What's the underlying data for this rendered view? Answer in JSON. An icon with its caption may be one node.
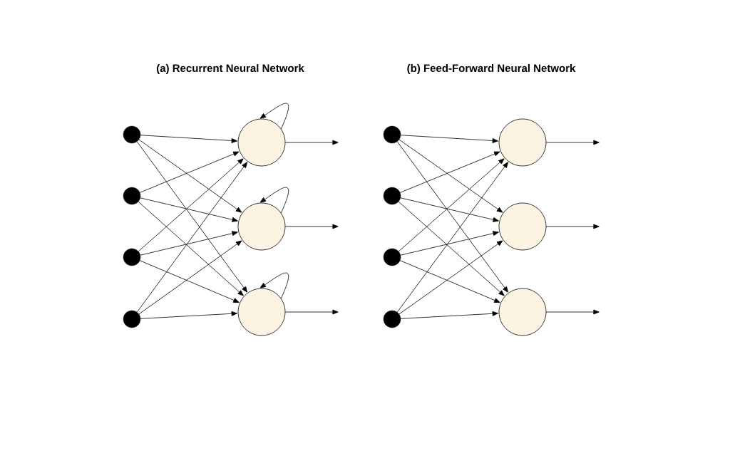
{
  "diagram": {
    "nodes": [
      {
        "text": [],
        "shape": "circle"
      },
      {
        "text": [],
        "shape": "circle"
      },
      {
        "text": [],
        "shape": "circle"
      },
      {
        "text": [],
        "shape": "circle"
      },
      {
        "text": [],
        "shape": "circle"
      },
      {
        "text": [],
        "shape": "circle"
      },
      {
        "text": [],
        "shape": "circle"
      },
      {
        "text": [],
        "shape": "circle"
      },
      {
        "text": [],
        "shape": "circle"
      },
      {
        "text": [],
        "shape": "circle"
      },
      {
        "text": [],
        "shape": "circle"
      },
      {
        "text": [],
        "shape": "circle"
      },
      {
        "text": [],
        "shape": "circle"
      },
      {
        "text": [],
        "shape": "circle"
      }
    ],
    "edges": [
      {
        "from": 0,
        "to": 4,
        "arrow": "to"
      },
      {
        "from": 0,
        "to": 5,
        "arrow": "to"
      },
      {
        "from": 0,
        "to": 6,
        "arrow": "to"
      },
      {
        "from": 1,
        "to": 4,
        "arrow": "to"
      },
      {
        "from": 1,
        "to": 5,
        "arrow": "to"
      },
      {
        "from": 1,
        "to": 6,
        "arrow": "to"
      },
      {
        "from": 2,
        "to": 4,
        "arrow": "to"
      },
      {
        "from": 2,
        "to": 5,
        "arrow": "to"
      },
      {
        "from": 2,
        "to": 6,
        "arrow": "to"
      },
      {
        "from": 3,
        "to": 4,
        "arrow": "to"
      },
      {
        "from": 3,
        "to": 5,
        "arrow": "to"
      },
      {
        "from": 3,
        "to": 6,
        "arrow": "to"
      },
      {
        "from": 4,
        "to": 4,
        "arrow": "to"
      },
      {
        "from": 5,
        "to": 5,
        "arrow": "to"
      },
      {
        "from": 6,
        "to": 6,
        "arrow": "to"
      },
      {
        "from": 4,
        "to": null,
        "arrow": "to"
      },
      {
        "from": 5,
        "to": null,
        "arrow": "to"
      },
      {
        "from": 6,
        "to": null,
        "arrow": "to"
      },
      {
        "from": 7,
        "to": 11,
        "arrow": "to"
      },
      {
        "from": 7,
        "to": 12,
        "arrow": "to"
      },
      {
        "from": 7,
        "to": 13,
        "arrow": "to"
      },
      {
        "from": 8,
        "to": 11,
        "arrow": "to"
      },
      {
        "from": 8,
        "to": 12,
        "arrow": "to"
      },
      {
        "from": 8,
        "to": 13,
        "arrow": "to"
      },
      {
        "from": 9,
        "to": 11,
        "arrow": "to"
      },
      {
        "from": 9,
        "to": 12,
        "arrow": "to"
      },
      {
        "from": 9,
        "to": 13,
        "arrow": "to"
      },
      {
        "from": 10,
        "to": 11,
        "arrow": "to"
      },
      {
        "from": 10,
        "to": 12,
        "arrow": "to"
      },
      {
        "from": 10,
        "to": 13,
        "arrow": "to"
      },
      {
        "from": 11,
        "to": null,
        "arrow": "to"
      },
      {
        "from": 12,
        "to": null,
        "arrow": "to"
      },
      {
        "from": 13,
        "to": null,
        "arrow": "to"
      }
    ],
    "labels": [
      "(a) Recurrent Neural Network",
      "(b) Feed-Forward Neural Network"
    ]
  }
}
